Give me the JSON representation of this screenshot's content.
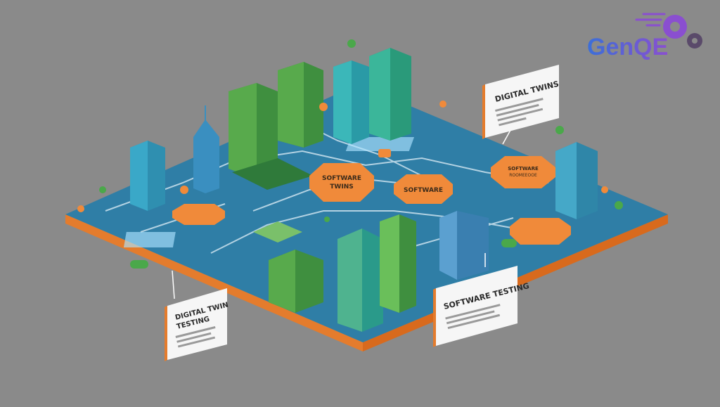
{
  "logo": {
    "text": "GenQE",
    "colors": {
      "gradient_start": "#3b6fd8",
      "gradient_end": "#8a4fd0",
      "gear": "#5a4a6a"
    }
  },
  "labels": {
    "hex_software_twins": "SOFTWARE\nTWINS",
    "hex_software": "SOFTWARE",
    "hex_top_right": "SOFTWARE\nROOMEEOOE",
    "sign_digital_twins": "DIGITAL TWINS",
    "sign_digital_twin_testing": "DIGITAL TWIN\nTESTING",
    "sign_software_testing": "SOFTWARE TESTING"
  },
  "palette": {
    "background": "#8a8a8a",
    "board": "#2f7ea6",
    "board_edge": "#e47c2d",
    "orange": "#f08a3a",
    "green": "#4a9a48",
    "teal": "#2f8f9a",
    "blue": "#3a7fb0"
  },
  "icons": [
    "gear-icon"
  ]
}
